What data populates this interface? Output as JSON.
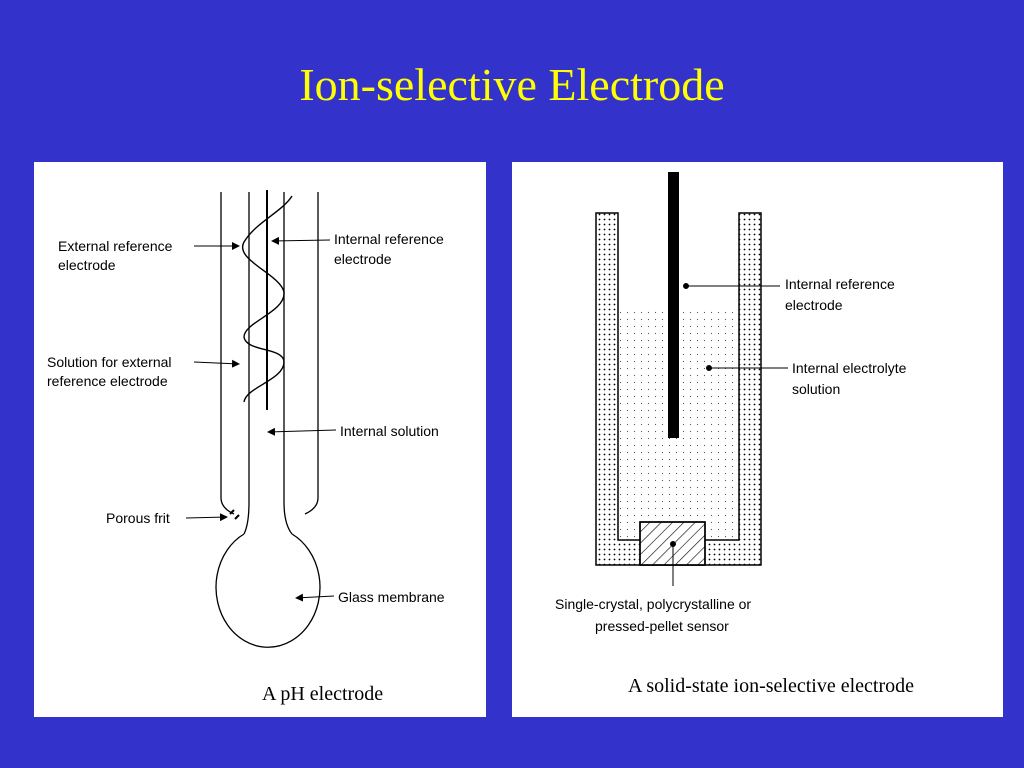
{
  "slide": {
    "title": "Ion-selective Electrode"
  },
  "ph_electrode": {
    "caption": "A pH electrode",
    "labels": {
      "external_ref_1": "External reference",
      "external_ref_2": "electrode",
      "internal_ref_1": "Internal reference",
      "internal_ref_2": "electrode",
      "solution_ext_1": "Solution for external",
      "solution_ext_2": "reference electrode",
      "internal_solution": "Internal solution",
      "porous_frit": "Porous frit",
      "glass_membrane": "Glass membrane"
    }
  },
  "solid_state_electrode": {
    "caption": "A solid-state ion-selective electrode",
    "labels": {
      "internal_ref_1": "Internal reference",
      "internal_ref_2": "electrode",
      "electrolyte_1": "Internal electrolyte",
      "electrolyte_2": "solution",
      "sensor_1": "Single-crystal, polycrystalline or",
      "sensor_2": "pressed-pellet sensor"
    }
  }
}
